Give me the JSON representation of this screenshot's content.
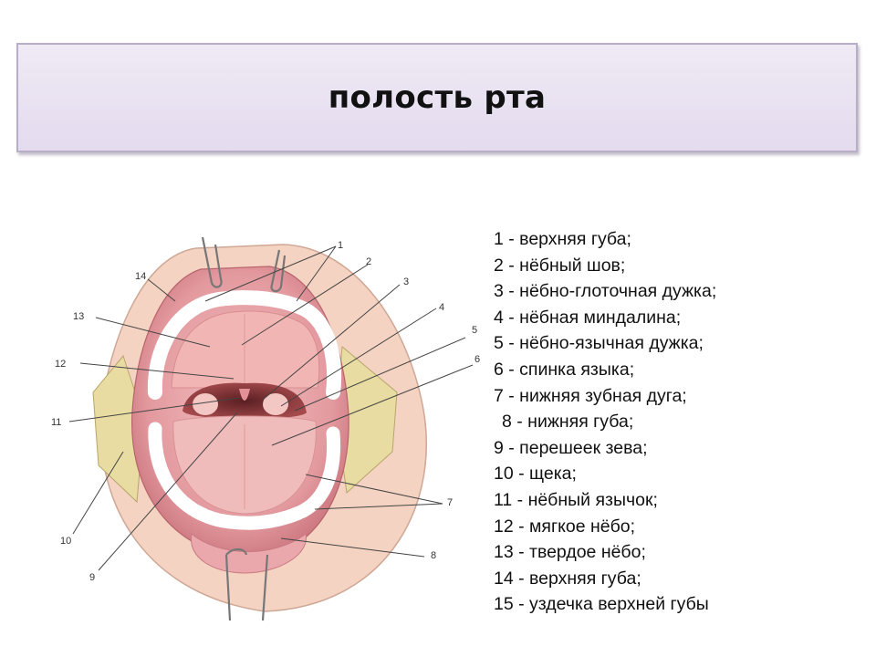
{
  "title": "полость рта",
  "diagram_labels": [
    "1",
    "2",
    "3",
    "4",
    "5",
    "6",
    "7",
    "8",
    "9",
    "10",
    "11",
    "12",
    "13",
    "14"
  ],
  "legend": [
    "1 - верхняя губа;",
    "2 - нёбный шов;",
    "3 - нёбно-глоточная дужка;",
    "4 - нёбная миндалина;",
    "5 - нёбно-язычная дужка;",
    "6 - спинка языка;",
    "7 - нижняя зубная дуга;",
    "8 - нижняя губа;",
    "9 - перешеек зева;",
    "10 - щека;",
    "11 - нёбный язычок;",
    "12 - мягкое нёбо;",
    "13 - твердое нёбо;",
    "14 - верхняя губа;",
    "15 - уздечка верхней губы"
  ],
  "colors": {
    "title_bg": "#e8e0f0",
    "lip": "#f6d2c4",
    "mucosa": "#e6959c",
    "palate": "#f0b4b4",
    "tongue": "#f1bcbc",
    "teeth": "#ffffff",
    "cheek": "#e6dca0"
  }
}
